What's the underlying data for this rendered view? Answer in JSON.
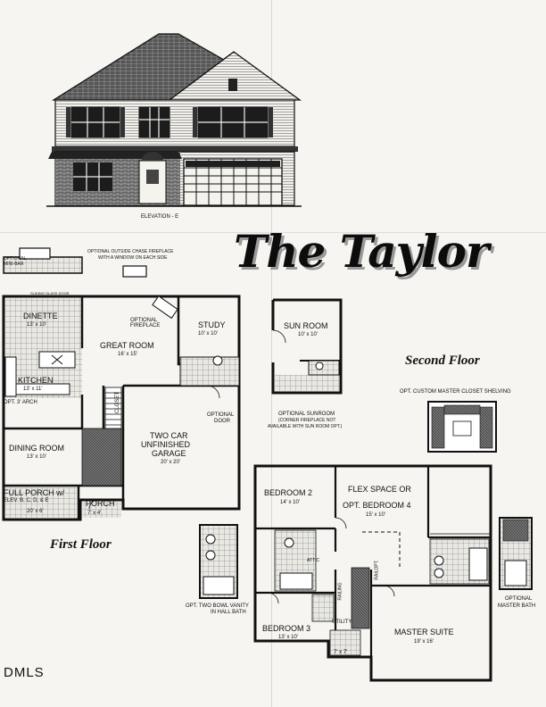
{
  "elevation_label": "ELEVATION - E",
  "title": "The Taylor",
  "floors": {
    "first": "First Floor",
    "second": "Second Floor"
  },
  "notes": {
    "chase_fireplace_1": "OPTIONAL OUTSIDE CHASE FIREPLACE",
    "chase_fireplace_2": "WITH A WINDOW ON EACH SIDE",
    "mini_bar_1": "OPTIONAL",
    "mini_bar_2": "MINI-BAR",
    "glass_door": "SLIDING GLASS DOOR",
    "opt_fireplace_1": "OPTIONAL",
    "opt_fireplace_2": "FIREPLACE",
    "opt_arch": "OPT. 3' ARCH",
    "opt_door_1": "OPTIONAL",
    "opt_door_2": "DOOR",
    "opt_sunroom": "OPTIONAL SUNROOM",
    "sunroom_note_1": "(CORNER FIREPLACE NOT",
    "sunroom_note_2": "AVAILABLE WITH SUN ROOM OPT.)",
    "closet_shelving": "OPT. CUSTOM MASTER CLOSET SHELVING",
    "two_bowl_1": "OPT. TWO BOWL VANITY",
    "two_bowl_2": "IN HALL BATH",
    "master_bath_1": "OPTIONAL",
    "master_bath_2": "MASTER BATH",
    "closet": "CLOSET",
    "utility": "UTILITY",
    "railing": "RAILING",
    "rail_opt": "RAILOPT.",
    "attic": "ATTIC"
  },
  "rooms": {
    "dinette": {
      "name": "DINETTE",
      "size": "13' x 10'"
    },
    "great_room": {
      "name": "GREAT ROOM",
      "size": "16' x 15'"
    },
    "study": {
      "name": "STUDY",
      "size": "10' x 10'"
    },
    "sun_room": {
      "name": "SUN ROOM",
      "size": "10' x 10'"
    },
    "kitchen": {
      "name": "KITCHEN",
      "size": "13' x 11'"
    },
    "garage_1": "TWO CAR",
    "garage_2": "UNFINISHED",
    "garage_3": "GARAGE",
    "garage_size": "20' x 20'",
    "dining": {
      "name": "DINING ROOM",
      "size": "13' x 10'"
    },
    "full_porch_1": "FULL PORCH w/",
    "full_porch_2": "ELEV. B, C, D, & E",
    "full_porch_size": "20' x 6'",
    "porch": {
      "name": "PORCH",
      "size": "7' x 4'"
    },
    "bedroom2": {
      "name": "BEDROOM 2",
      "size": "14' x 10'"
    },
    "flex_1": "FLEX SPACE OR",
    "flex_2": "OPT. BEDROOM 4",
    "flex_size": "15' x 10'",
    "bedroom3": {
      "name": "BEDROOM 3",
      "size": "13' x 10'"
    },
    "master": {
      "name": "MASTER SUITE",
      "size": "19' x 16'"
    },
    "wic_size": "7' x 7'"
  },
  "watermark": "DMLS"
}
